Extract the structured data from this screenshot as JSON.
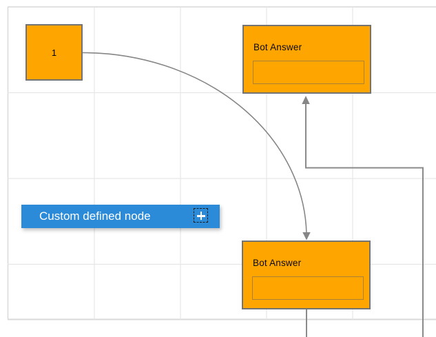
{
  "diagram": {
    "nodes": {
      "start": {
        "label": "1"
      },
      "bot_answer_top": {
        "title": "Bot Answer",
        "input_value": ""
      },
      "bot_answer_bottom": {
        "title": "Bot Answer",
        "input_value": ""
      },
      "custom": {
        "label": "Custom defined node",
        "icon": "plus-icon"
      }
    },
    "connectors": [
      {
        "name": "arc-connector",
        "from": "start",
        "to": "bot_answer_bottom",
        "style": "curved-arrow"
      },
      {
        "name": "elbow-connector",
        "from": "bot_answer_bottom",
        "to": "bot_answer_top",
        "style": "orthogonal-arrow"
      }
    ],
    "colors": {
      "node_fill": "#FFA500",
      "node_border": "#737373",
      "inner_box_border": "#8C8C8C",
      "custom_node_fill": "#2B8BD9",
      "custom_node_text": "#FFFFFF",
      "connector": "#868686",
      "grid_line": "#E6E6E6",
      "grid_border": "#D6D6D6",
      "label_text": "#000000"
    }
  }
}
